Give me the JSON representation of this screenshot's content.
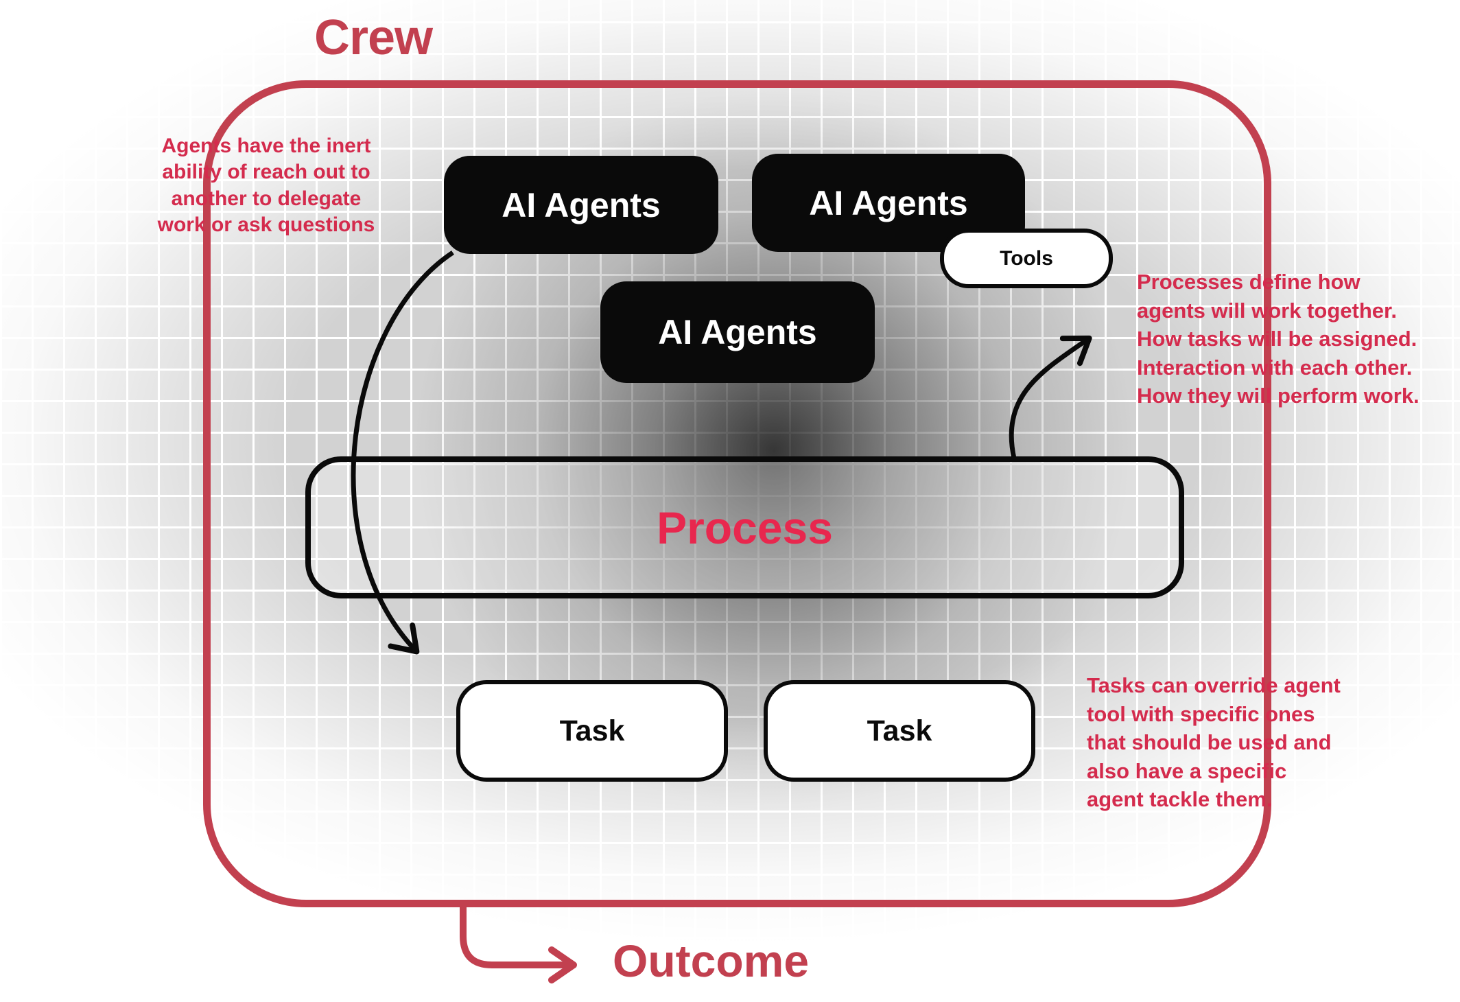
{
  "title": "Crew",
  "outcome": "Outcome",
  "nodes": {
    "agents_top_left": "AI Agents",
    "agents_top_right": "AI Agents",
    "agents_middle": "AI Agents",
    "tools": "Tools",
    "process": "Process",
    "task_left": "Task",
    "task_right": "Task"
  },
  "annotations": {
    "delegation": {
      "lines": [
        "Agents have the inert",
        "ability of reach out to",
        "another to delegate",
        "work or ask questions"
      ]
    },
    "process_info": {
      "lines": [
        "Processes define how",
        "agents will work together.",
        "How tasks will be assigned.",
        "Interaction with each other.",
        "How they will perform work."
      ]
    },
    "task_info": {
      "lines": [
        "Tasks can override agent",
        "tool with specific ones",
        "that should be used and",
        "also have a specific",
        "agent tackle them."
      ]
    }
  },
  "colors": {
    "accent": "#c2404f",
    "annotation": "#d42b4d",
    "process_label": "#e8274e",
    "node_fill": "#0a0a0a",
    "arrow_black": "#0a0a0a"
  }
}
